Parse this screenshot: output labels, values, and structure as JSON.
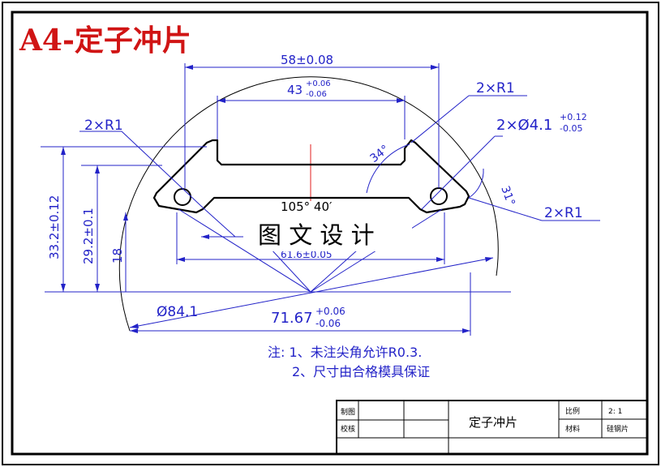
{
  "title": "A4-定子冲片",
  "dimensions": {
    "d58": "58±0.08",
    "d43": "43",
    "d43_tol_upper": "+0.06",
    "d43_tol_lower": "-0.06",
    "r1_top_right": "2×R1",
    "r1_top_left": "2×R1",
    "r1_right": "2×R1",
    "hole_dia": "2×Ø4.1",
    "hole_tol_upper": "+0.12",
    "hole_tol_lower": "-0.05",
    "angle_34": "34°",
    "angle_31": "31°",
    "angle_105": "105° 40′",
    "h33": "33.2±0.12",
    "h29": "29.2±0.1",
    "h18": "18",
    "dia84": "Ø84.1",
    "w71": "71.67",
    "w71_tol_upper": "+0.06",
    "w71_tol_lower": "-0.06",
    "partial_61": "61.6±0.05"
  },
  "watermark": "图 文 设 计",
  "notes": {
    "line1": "注: 1、未注尖角允许R0.3.",
    "line2": "2、尺寸由合格模具保证"
  },
  "title_block": {
    "drawn_label": "制图",
    "checked_label": "校核",
    "part_name": "定子冲片",
    "scale_label": "比例",
    "scale_value": "2: 1",
    "material_label": "材料",
    "material_value": "硅钢片"
  },
  "colors": {
    "dimension": "#2323c8",
    "outline": "#000000",
    "centerline": "#e01e1e",
    "title": "#d01414"
  }
}
